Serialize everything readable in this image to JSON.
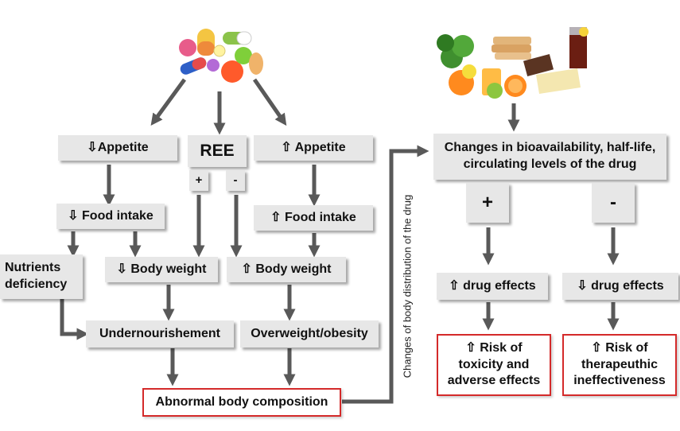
{
  "nodes": {
    "down_appetite": "⇩Appetite",
    "ree": "REE",
    "ree_plus": "+",
    "ree_minus": "-",
    "up_appetite": "⇧ Appetite",
    "down_food_intake": "⇩ Food intake",
    "up_food_intake": "⇧ Food intake",
    "nutrients_deficiency": "Nutrients deficiency",
    "down_body_weight": "⇩ Body weight",
    "up_body_weight": "⇧ Body weight",
    "undernourishment": "Undernourishement",
    "overweight_obesity": "Overweight/obesity",
    "abnormal_body_composition": "Abnormal body composition",
    "changes_bioavailability": "Changes in bioavailability, half-life, circulating levels of the drug",
    "effect_plus": "+",
    "effect_minus": "-",
    "up_drug_effects": "⇧ drug effects",
    "down_drug_effects": "⇩ drug effects",
    "risk_toxicity": "⇧ Risk of toxicity and adverse effects",
    "risk_ineffectiveness": "⇧ Risk of therapeuthic ineffectiveness"
  },
  "connector_label": "Changes of body distribution of the drug",
  "colors": {
    "box_fill": "#e7e7e7",
    "highlight_border": "#d42a2a",
    "arrow": "#595959"
  },
  "icons": {
    "pills": "pills-illustration",
    "food": "food-illustration"
  }
}
